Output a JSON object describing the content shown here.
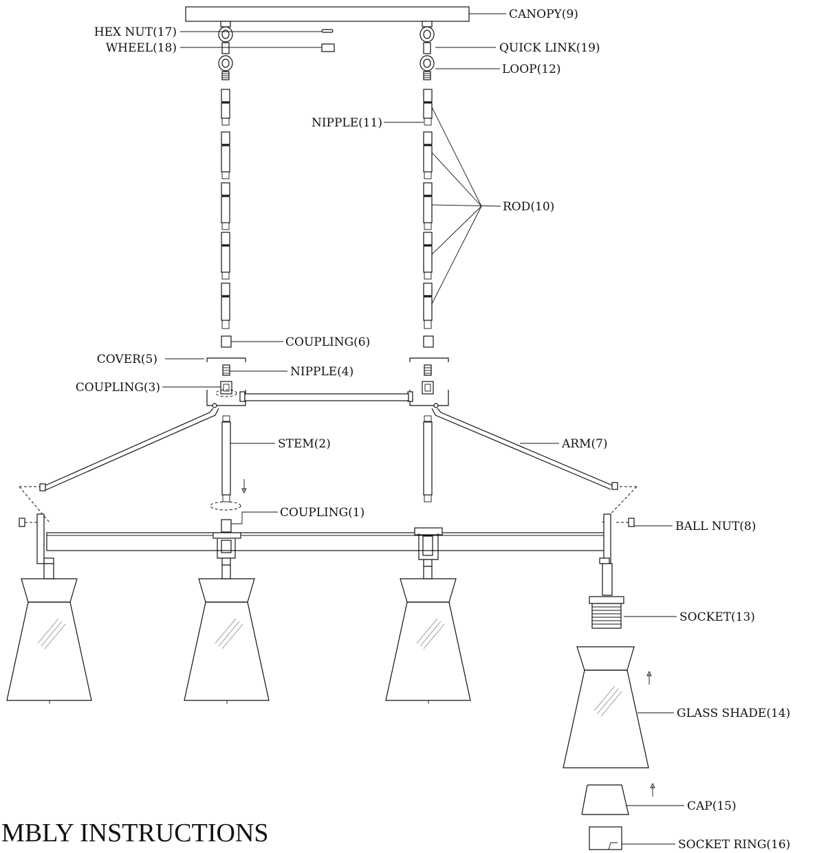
{
  "title": "MBLY INSTRUCTIONS",
  "labels": {
    "canopy": "CANOPY(9)",
    "hex_nut": "HEX NUT(17)",
    "wheel": "WHEEL(18)",
    "quick_link": "QUICK LINK(19)",
    "loop": "LOOP(12)",
    "nipple_11": "NIPPLE(11)",
    "rod": "ROD(10)",
    "coupling_6": "COUPLING(6)",
    "cover": "COVER(5)",
    "nipple_4": "NIPPLE(4)",
    "coupling_3": "COUPLING(3)",
    "stem": "STEM(2)",
    "arm": "ARM(7)",
    "coupling_1": "COUPLING(1)",
    "ball_nut": "BALL NUT(8)",
    "socket": "SOCKET(13)",
    "glass_shade": "GLASS SHADE(14)",
    "cap": "CAP(15)",
    "socket_ring": "SOCKET RING(16)"
  }
}
